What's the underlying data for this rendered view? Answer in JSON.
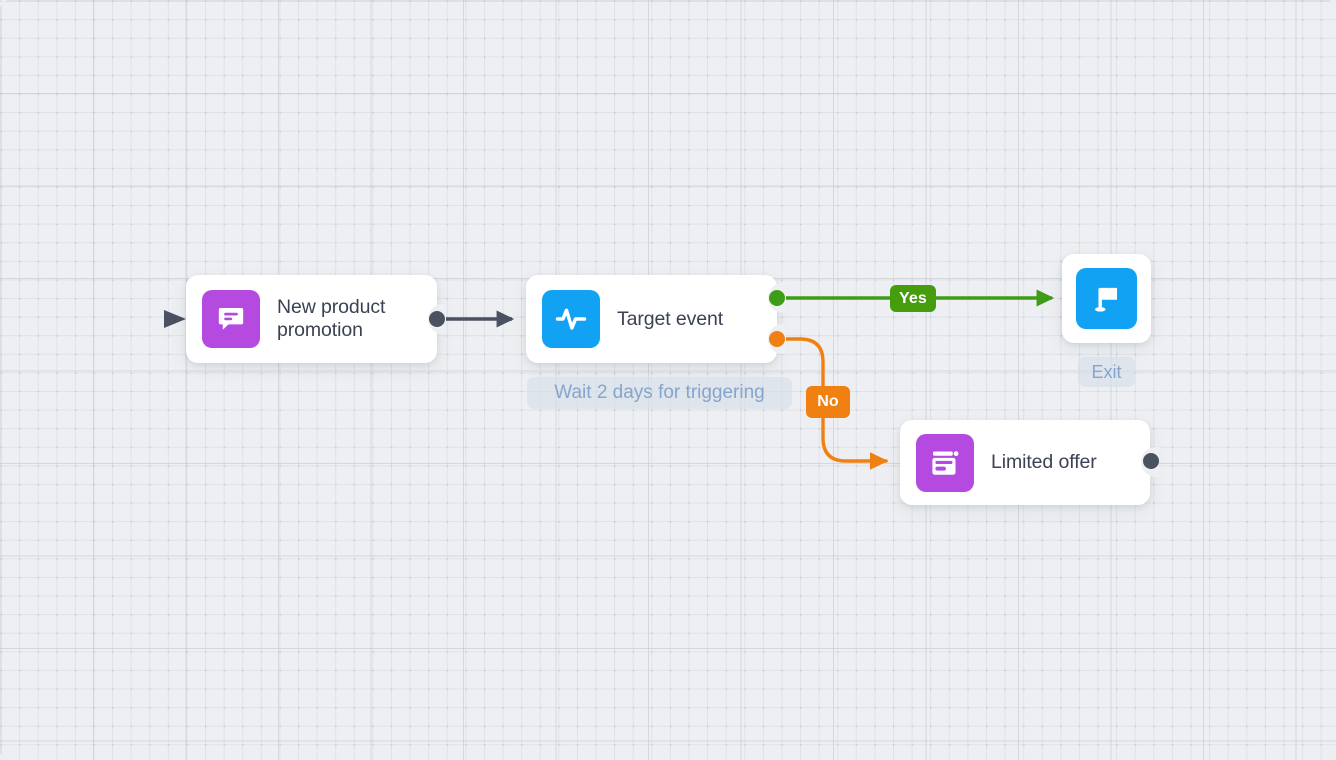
{
  "canvas": {
    "background_color": "#edeff2",
    "grid": "dotted-grid"
  },
  "palette": {
    "purple": "#b44ae0",
    "blue": "#11a2f3",
    "green": "#3f9c16",
    "green_badge": "#459c0d",
    "orange": "#f08012",
    "dark_port": "#4a5160",
    "edge_dark": "#4a5160",
    "caption_text": "#86a5cd",
    "card_text": "#3b4253"
  },
  "nodes": [
    {
      "id": "new-product-promotion",
      "label": "New product\npromotion",
      "icon": "chat-bubble-icon",
      "icon_color": "#b44ae0",
      "type": "message"
    },
    {
      "id": "target-event",
      "label": "Target event",
      "icon": "activity-pulse-icon",
      "icon_color": "#11a2f3",
      "type": "condition",
      "caption": "Wait 2 days for triggering"
    },
    {
      "id": "exit",
      "label": "Exit",
      "icon": "flag-icon",
      "icon_color": "#11a2f3",
      "type": "terminator"
    },
    {
      "id": "limited-offer",
      "label": "Limited offer",
      "icon": "popup-window-icon",
      "icon_color": "#b44ae0",
      "type": "popup"
    }
  ],
  "edges": [
    {
      "id": "entry",
      "from": "start",
      "to": "new-product-promotion",
      "style": "dashed-fade-in",
      "color": "#4a5160",
      "label": ""
    },
    {
      "id": "promo-to-target",
      "from": "new-product-promotion",
      "to": "target-event",
      "style": "solid-arrow",
      "color": "#4a5160",
      "label": ""
    },
    {
      "id": "target-yes",
      "from": "target-event",
      "to": "exit",
      "style": "solid-arrow",
      "color": "#3f9c16",
      "label": "Yes"
    },
    {
      "id": "target-no",
      "from": "target-event",
      "to": "limited-offer",
      "style": "curved-arrow",
      "color": "#f08012",
      "label": "No"
    },
    {
      "id": "exit-flow",
      "from": "limited-offer",
      "to": "end",
      "style": "dashed-fade-out",
      "color": "#4a5160",
      "label": ""
    }
  ],
  "labels": {
    "yes": "Yes",
    "no": "No",
    "wait_caption": "Wait 2 days for triggering",
    "exit": "Exit"
  }
}
